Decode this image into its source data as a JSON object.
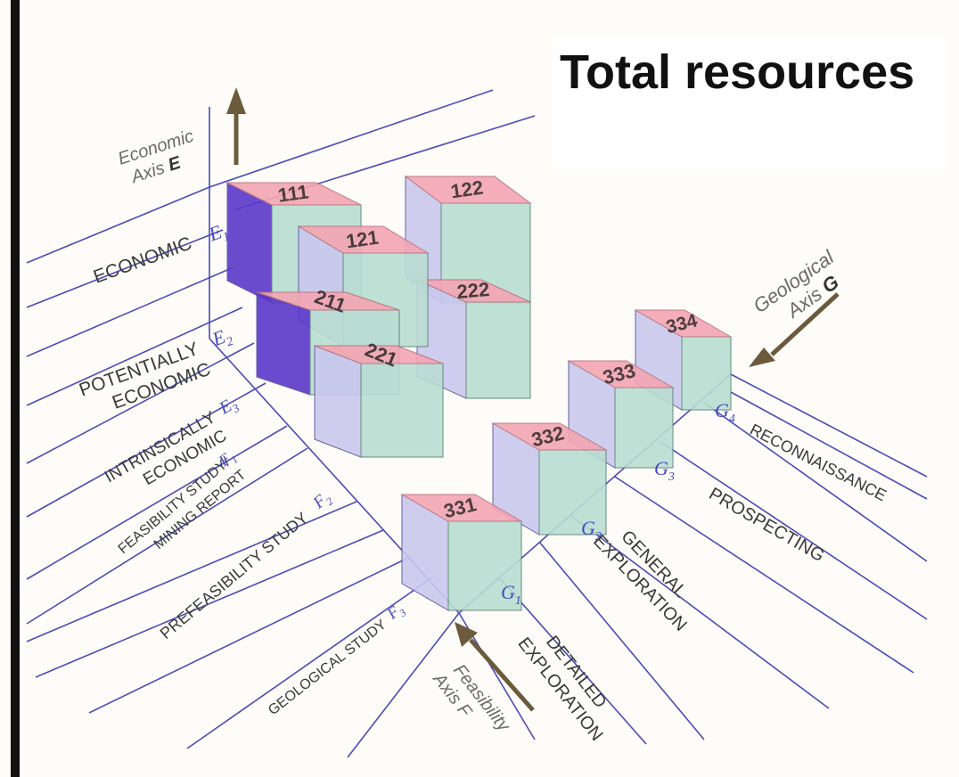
{
  "title": "Total resources",
  "axes": {
    "economic": {
      "line1": "Economic",
      "line2": "Axis ",
      "letter": "E"
    },
    "geological": {
      "line1": "Geological",
      "line2": "Axis ",
      "letter": "G"
    },
    "feasibility": {
      "line1": "Feasibility",
      "line2": "Axis F"
    }
  },
  "economic_levels": [
    {
      "label": "ECONOMIC",
      "symbol": "E",
      "sub": "1"
    },
    {
      "label_line1": "POTENTIALLY",
      "label_line2": "ECONOMIC",
      "symbol": "E",
      "sub": "2"
    },
    {
      "label_line1": "INTRINSICALLY",
      "label_line2": "ECONOMIC",
      "symbol": "E",
      "sub": "3"
    }
  ],
  "feasibility_levels": [
    {
      "label_line1": "FEASIBILITY STUDY/",
      "label_line2": "MINING REPORT",
      "symbol": "F",
      "sub": "1"
    },
    {
      "label": "PREFEASIBILITY STUDY",
      "symbol": "F",
      "sub": "2"
    },
    {
      "label": "GEOLOGICAL STUDY",
      "symbol": "F",
      "sub": "3"
    }
  ],
  "geological_levels": [
    {
      "label_line1": "DETAILED",
      "label_line2": "EXPLORATION",
      "symbol": "G",
      "sub": "1"
    },
    {
      "label_line1": "GENERAL",
      "label_line2": "EXPLORATION",
      "symbol": "G",
      "sub": "2"
    },
    {
      "label": "PROSPECTING",
      "symbol": "G",
      "sub": "3"
    },
    {
      "label": "RECONNAISSANCE",
      "symbol": "G",
      "sub": "4"
    }
  ],
  "cubes": [
    "111",
    "121",
    "122",
    "211",
    "221",
    "222",
    "331",
    "332",
    "333",
    "334"
  ],
  "colors": {
    "top": "#f4a6b3",
    "front": "#b9ddd2",
    "side": "#c9c8ee",
    "side_dark": "#5b38c9",
    "line": "#4b4bb8",
    "arrow": "#6b5a3c"
  }
}
